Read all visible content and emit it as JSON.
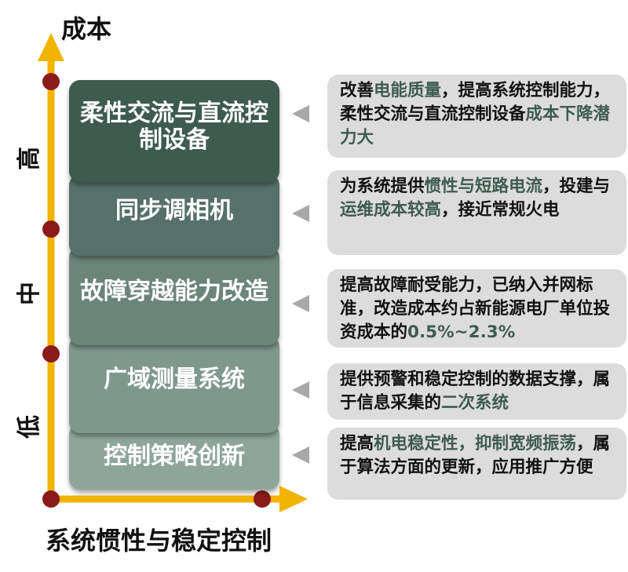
{
  "axes": {
    "y_title": "成本",
    "x_title": "系统惯性与稳定控制",
    "y_levels": [
      "高",
      "中",
      "低"
    ]
  },
  "colors": {
    "axis": "#f2b400",
    "dot": "#8b1a1a",
    "highlight": "#3f5b4f",
    "callout_bg": "#dcdcdc"
  },
  "items": [
    {
      "label": "柔性交流与直流控制设备",
      "color": "#3e5b50",
      "desc": [
        {
          "t": "改善"
        },
        {
          "t": "电能质量",
          "hl": true
        },
        {
          "t": "，提高系统控制能力，柔性交流与直流控制设备"
        },
        {
          "t": "成本下降潜力大",
          "hl": true
        }
      ]
    },
    {
      "label": "同步调相机",
      "color": "#56706a",
      "desc": [
        {
          "t": "为系统提供"
        },
        {
          "t": "惯性与短路电流",
          "hl": true
        },
        {
          "t": "，投建与"
        },
        {
          "t": "运维成本较高",
          "hl": true
        },
        {
          "t": "，接近常规火电"
        }
      ]
    },
    {
      "label": "故障穿越能力改造",
      "color": "#6c857b",
      "desc": [
        {
          "t": "提高故障耐受能力，已纳入并网标准，改造成本约占新能源电厂单位投资成本的"
        },
        {
          "t": "0.5%~2.3%",
          "hl": true
        }
      ]
    },
    {
      "label": "广域测量系统",
      "color": "#7f988e",
      "desc": [
        {
          "t": "提供预警和稳定控制的数据支撑，属于信息采集的"
        },
        {
          "t": "二次系统",
          "hl": true
        }
      ]
    },
    {
      "label": "控制策略创新",
      "color": "#8ea59b",
      "desc": [
        {
          "t": "提高"
        },
        {
          "t": "机电稳定性，抑制宽频振荡",
          "hl": true
        },
        {
          "t": "，属于算法方面的更新，应用推广方便"
        }
      ]
    }
  ]
}
